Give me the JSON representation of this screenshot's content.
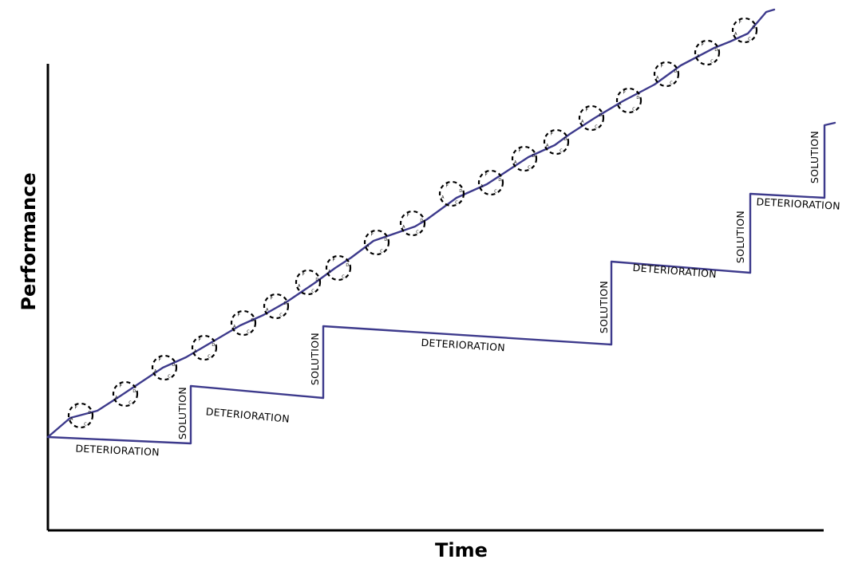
{
  "axes": {
    "x_label": "Time",
    "y_label": "Performance"
  },
  "labels": {
    "deterioration": "DETERIORATION",
    "solution": "SOLUTION"
  },
  "cycle_letters": [
    "P",
    "D",
    "C",
    "A"
  ],
  "colors": {
    "curve": "#3d3a8c",
    "axis": "#000000",
    "ring": "#000000"
  }
}
